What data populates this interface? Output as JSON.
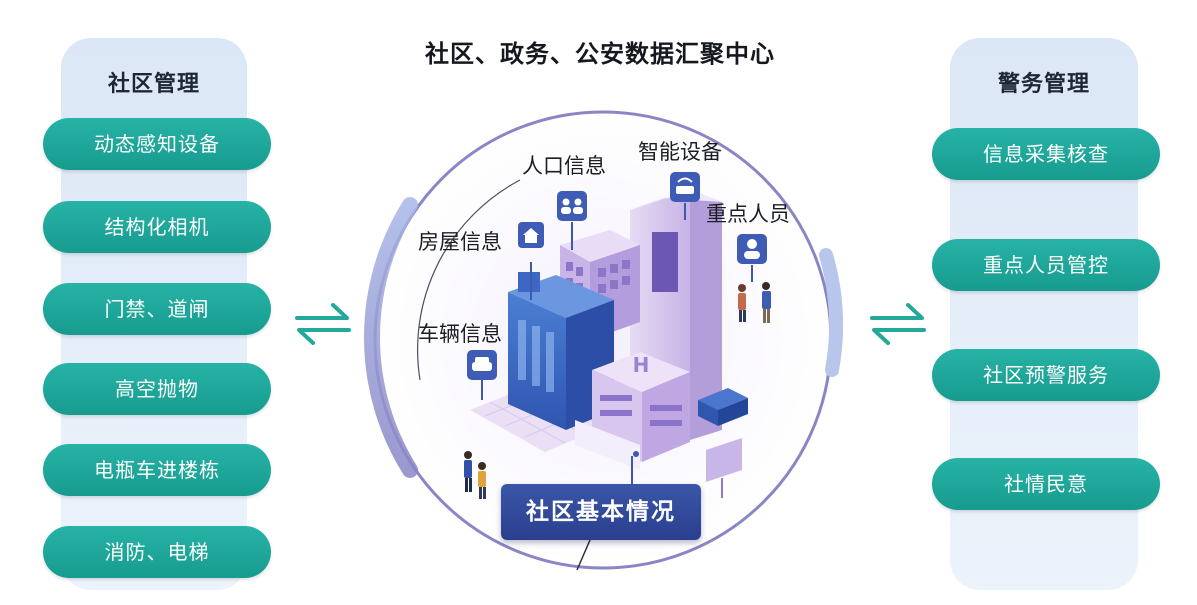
{
  "title": "社区、政务、公安数据汇聚中心",
  "left_panel": {
    "title": "社区管理",
    "items": [
      "动态感知设备",
      "结构化相机",
      "门禁、道闸",
      "高空抛物",
      "电瓶车进楼栋",
      "消防、电梯"
    ]
  },
  "right_panel": {
    "title": "警务管理",
    "items": [
      "信息采集核查",
      "重点人员管控",
      "社区预警服务",
      "社情民意"
    ]
  },
  "center": {
    "base_label": "社区基本情况",
    "labels": {
      "population": "人口信息",
      "devices": "智能设备",
      "housing": "房屋信息",
      "key_persons": "重点人员",
      "vehicles": "车辆信息"
    }
  },
  "colors": {
    "pill": "#1fa89b",
    "panel": "#e2ebf8",
    "circle": "#8a86c6",
    "base": "#33499c",
    "arrow": "#23a99b"
  },
  "icons": [
    "house-icon",
    "people-icon",
    "router-icon",
    "person-icon",
    "car-icon",
    "exchange-arrows-icon"
  ]
}
